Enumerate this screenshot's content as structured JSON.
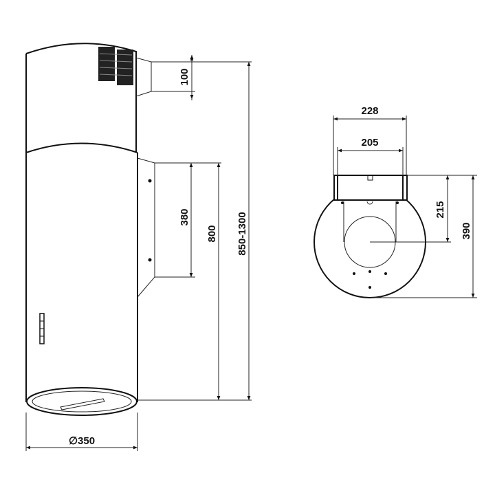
{
  "side_view": {
    "dimensions": {
      "duct_height": "100",
      "bracket_height": "380",
      "lower_body_height": "800",
      "total_height": "850-1300",
      "diameter": "∅350"
    }
  },
  "top_view": {
    "dimensions": {
      "outer_width": "228",
      "inner_width": "205",
      "center_depth": "215",
      "total_depth": "390"
    }
  }
}
